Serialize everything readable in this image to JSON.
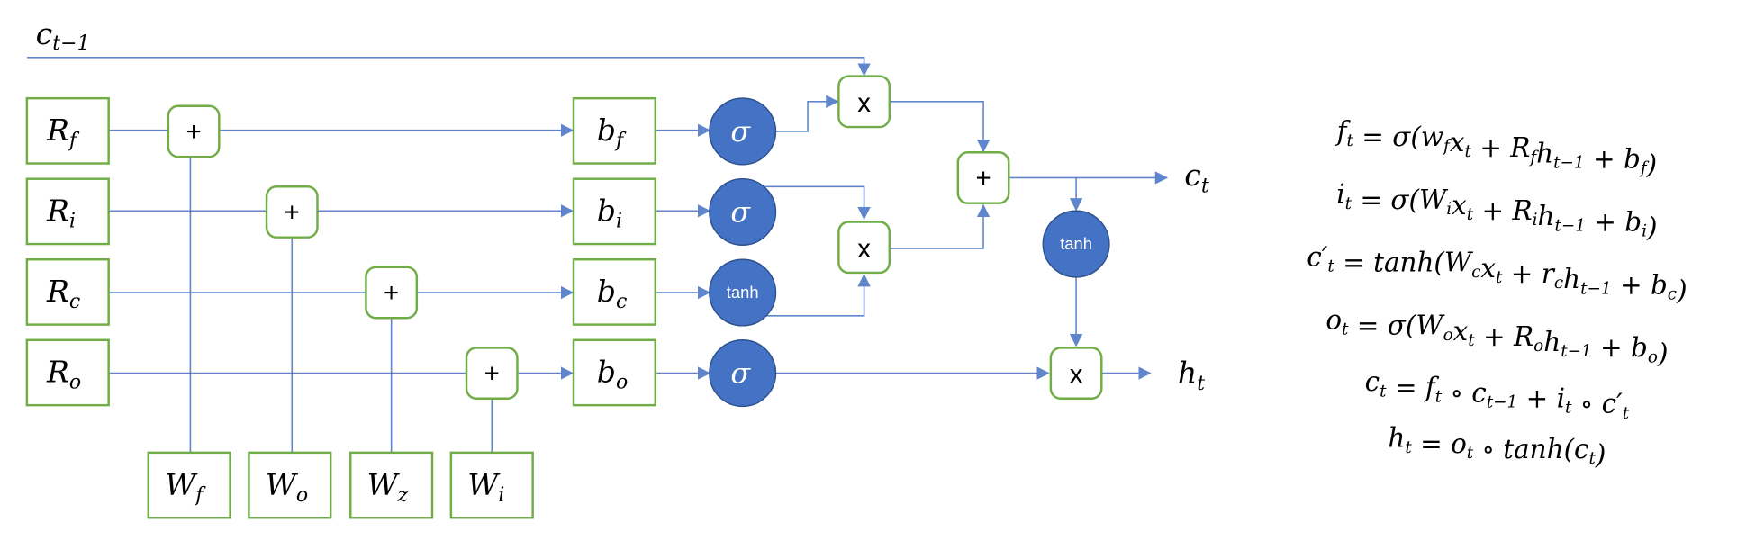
{
  "diagram": {
    "title": "LSTM cell",
    "input_cell_state": {
      "base": "c",
      "sub": "t−1"
    },
    "output_cell_state": {
      "base": "c",
      "sub": "t"
    },
    "output_hidden": {
      "base": "h",
      "sub": "t"
    },
    "recurrent_weights": [
      {
        "base": "R",
        "sub": "f"
      },
      {
        "base": "R",
        "sub": "i"
      },
      {
        "base": "R",
        "sub": "c"
      },
      {
        "base": "R",
        "sub": "o"
      }
    ],
    "input_weights": [
      {
        "base": "W",
        "sub": "f"
      },
      {
        "base": "W",
        "sub": "o"
      },
      {
        "base": "W",
        "sub": "z"
      },
      {
        "base": "W",
        "sub": "i"
      }
    ],
    "biases": [
      {
        "base": "b",
        "sub": "f"
      },
      {
        "base": "b",
        "sub": "i"
      },
      {
        "base": "b",
        "sub": "c"
      },
      {
        "base": "b",
        "sub": "o"
      }
    ],
    "activations": [
      "σ",
      "σ",
      "tanh",
      "σ"
    ],
    "output_activation": "tanh",
    "plus_symbol": "+",
    "mult_symbol": "x"
  },
  "equations": [
    "f_t = σ(w_f x_t + R_f h_{t−1} + b_f)",
    "i_t = σ(W_i x_t + R_i h_{t−1} + b_i)",
    "c′_t = tanh(W_c x_t + r_c h_{t−1} + b_c)",
    "o_t = σ(W_o x_t + R_o h_{t−1} + b_o)",
    "c_t = f_t ∘ c_{t−1} + i_t ∘ c′_t",
    "h_t = o_t ∘ tanh(c_t)"
  ],
  "equations_display": [
    {
      "parts": [
        [
          "f",
          "t"
        ],
        [
          " = σ("
        ],
        [
          "w",
          "f"
        ],
        [
          "x",
          "t"
        ],
        [
          " + "
        ],
        [
          "R",
          "f"
        ],
        [
          "h",
          "t−1"
        ],
        [
          " + "
        ],
        [
          "b",
          "f"
        ],
        [
          ")"
        ]
      ]
    },
    {
      "parts": [
        [
          "i",
          "t"
        ],
        [
          " = σ("
        ],
        [
          "W",
          "i"
        ],
        [
          "x",
          "t"
        ],
        [
          " + "
        ],
        [
          "R",
          "i"
        ],
        [
          "h",
          "t−1"
        ],
        [
          " + "
        ],
        [
          "b",
          "i"
        ],
        [
          ")"
        ]
      ]
    },
    {
      "parts": [
        [
          "c′",
          "t"
        ],
        [
          " = tanh("
        ],
        [
          "W",
          "c"
        ],
        [
          "x",
          "t"
        ],
        [
          " + "
        ],
        [
          "r",
          "c"
        ],
        [
          "h",
          "t−1"
        ],
        [
          " + "
        ],
        [
          "b",
          "c"
        ],
        [
          ")"
        ]
      ]
    },
    {
      "parts": [
        [
          "o",
          "t"
        ],
        [
          " = σ("
        ],
        [
          "W",
          "o"
        ],
        [
          "x",
          "t"
        ],
        [
          " + "
        ],
        [
          "R",
          "o"
        ],
        [
          "h",
          "t−1"
        ],
        [
          " + "
        ],
        [
          "b",
          "o"
        ],
        [
          ")"
        ]
      ]
    },
    {
      "parts": [
        [
          "c",
          "t"
        ],
        [
          " = "
        ],
        [
          "f",
          "t"
        ],
        [
          " ∘ "
        ],
        [
          "c",
          "t−1"
        ],
        [
          " + "
        ],
        [
          "i",
          "t"
        ],
        [
          " ∘ "
        ],
        [
          "c′",
          "t"
        ]
      ]
    },
    {
      "parts": [
        [
          "h",
          "t"
        ],
        [
          " = "
        ],
        [
          "o",
          "t"
        ],
        [
          " ∘ tanh("
        ],
        [
          "c",
          "t"
        ],
        [
          ")"
        ]
      ]
    }
  ],
  "colors": {
    "box_border": "#70ad47",
    "wire": "#4472c4",
    "activation_fill": "#4472c4"
  }
}
